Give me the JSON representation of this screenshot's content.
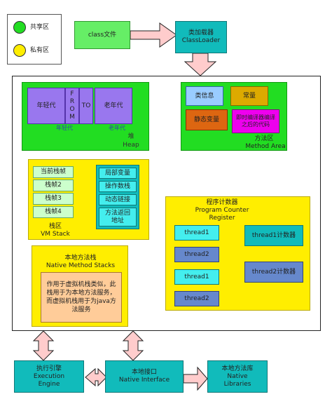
{
  "legend": {
    "shared": {
      "label": "共享区",
      "color": "#22dd22"
    },
    "private": {
      "label": "私有区",
      "color": "#ffee00"
    }
  },
  "class_file": {
    "label": "class文件"
  },
  "class_loader": {
    "line1": "类加载器",
    "line2": "ClassLoader"
  },
  "heap": {
    "label_cn": "堆",
    "label_en": "Heap",
    "young": "年轻代",
    "from_letters": [
      "F",
      "R",
      "O",
      "M"
    ],
    "to": "TO",
    "old": "老年代",
    "young_arrow_label": "年轻代",
    "old_arrow_label": "老年代"
  },
  "method_area": {
    "label_cn": "方法区",
    "label_en": "Method Area",
    "class_info": "类信息",
    "constants": "常量",
    "static_vars": "静态变量",
    "jit_code": "即时编译器编译之后的代码"
  },
  "vm_stack": {
    "label_cn": "栈区",
    "label_en": "VM Stack",
    "frames": [
      "当前栈帧",
      "栈帧2",
      "栈帧3",
      "栈帧4"
    ],
    "frame_parts": [
      "局部变量",
      "操作数栈",
      "动态链接",
      "方法返回地址"
    ]
  },
  "pc_register": {
    "title_cn": "程序计数器",
    "title_en1": "Program Counter",
    "title_en2": "Register",
    "threads": [
      "thread1",
      "thread2",
      "thread1",
      "thread2"
    ],
    "counters": [
      "thread1计数器",
      "thread2计数器"
    ]
  },
  "native_stack": {
    "title_cn": "本地方法栈",
    "title_en": "Native Method Stacks",
    "desc": "作用于虚拟机栈类似，此栈用于为本地方法服务，而虚拟机栈用于为java方法服务"
  },
  "execution_engine": {
    "line1": "执行引擎",
    "line2": "Execution",
    "line3": "Engine"
  },
  "native_interface": {
    "line1": "本地接口",
    "line2": "Native Interface"
  },
  "native_libraries": {
    "line1": "本地方法库",
    "line2": "Native",
    "line3": "Libraries"
  },
  "colors": {
    "green": "#22dd22",
    "yellow": "#ffee00",
    "purple": "#9977ee",
    "light_green_box": "#ccffcc",
    "teal": "#11bbbb",
    "cyan": "#44eeee",
    "blue_box": "#6688cc",
    "orange": "#dd6611",
    "magenta": "#ee00ee",
    "light_blue": "#99ccff",
    "pink_arrow": "#ffcccc",
    "peach": "#ffcc99"
  }
}
